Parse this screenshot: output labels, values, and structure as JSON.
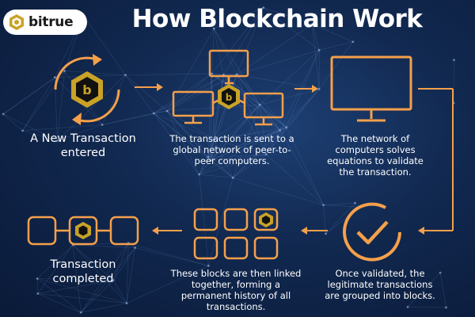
{
  "brand": {
    "name": "bitrue"
  },
  "title": "How Blockchain Work",
  "steps": [
    {
      "id": "new-transaction",
      "caption": "A New Transaction entered"
    },
    {
      "id": "sent-to-network",
      "caption": "The transaction is sent to a global network of peer-to-peer computers."
    },
    {
      "id": "network-solves",
      "caption": "The network of computers solves equations to validate the transaction."
    },
    {
      "id": "grouped-into-blocks",
      "caption": "Once validated, the legitimate transactions are grouped into blocks."
    },
    {
      "id": "blocks-linked",
      "caption": "These blocks are then linked together, forming a permanent history of all transactions."
    },
    {
      "id": "transaction-completed",
      "caption": "Transaction completed"
    }
  ],
  "colors": {
    "accent": "#f5a04b",
    "accent_dark": "#e8893a",
    "gold": "#c9a227",
    "text": "#ffffff",
    "background": "#11284f"
  },
  "icons": [
    "bitrue-logo-icon",
    "refresh-cycle-icon",
    "computer-network-icon",
    "monitor-icon",
    "checkmark-circle-icon",
    "block-grid-icon",
    "block-chain-icon",
    "arrow-right-icon"
  ]
}
